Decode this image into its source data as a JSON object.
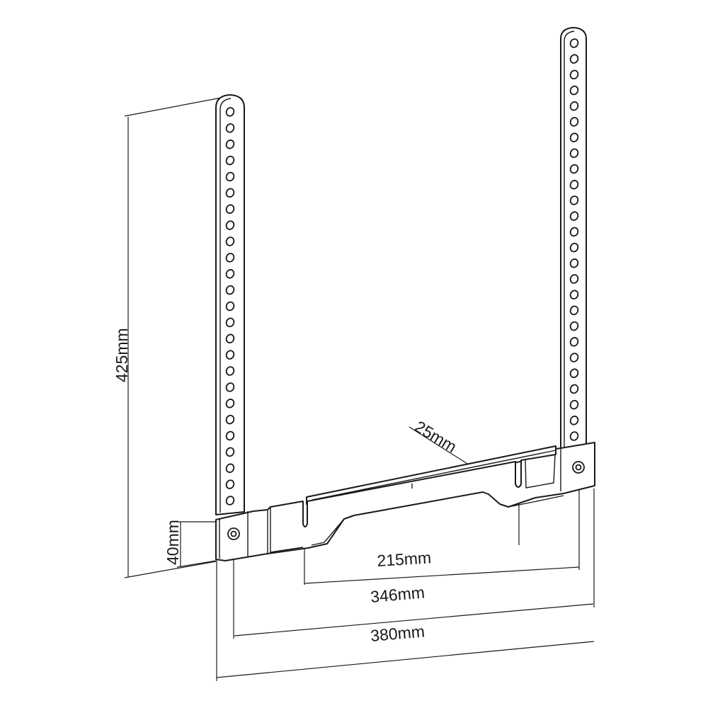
{
  "dimensions": {
    "height": "425mm",
    "plate_height": "40mm",
    "depth": "25mm",
    "inner_width": "215mm",
    "hole_spacing": "346mm",
    "total_width": "380mm"
  }
}
